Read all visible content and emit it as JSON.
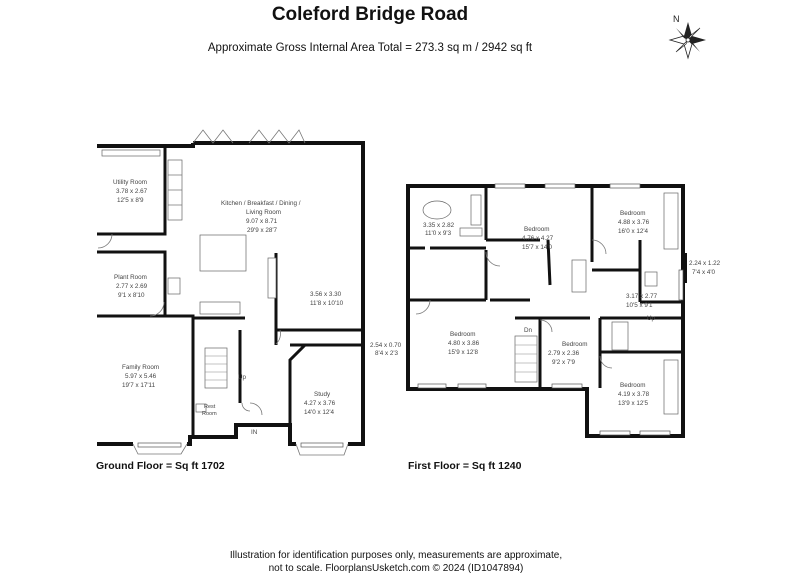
{
  "title": "Coleford Bridge Road",
  "subtitle": "Approximate Gross Internal Area Total = 273.3 sq m / 2942 sq ft",
  "compass_label": "N",
  "ground_floor": {
    "label": "Ground Floor = Sq ft 1702",
    "entrance_marker": "IN",
    "stairs_label": "Up",
    "rooms": {
      "utility": {
        "name": "Utility Room",
        "metric": "3.78 x 2.67",
        "imperial": "12'5 x 8'9"
      },
      "kitchen": {
        "name_line1": "Kitchen / Breakfast / Dining /",
        "name_line2": "Living Room",
        "metric": "9.07 x 8.71",
        "imperial": "29'9 x 28'7"
      },
      "plant": {
        "name": "Plant Room",
        "metric": "2.77 x 2.69",
        "imperial": "9'1 x 8'10"
      },
      "area": {
        "metric": "3.56 x 3.30",
        "imperial": "11'8 x 10'10"
      },
      "hall": {
        "metric": "2.54 x 0.70",
        "imperial": "8'4 x 2'3"
      },
      "family": {
        "name": "Family Room",
        "metric": "5.97 x 5.46",
        "imperial": "19'7 x 17'11"
      },
      "study": {
        "name": "Study",
        "metric": "4.27 x 3.76",
        "imperial": "14'0 x 12'4"
      },
      "rest": {
        "name_line1": "Rest",
        "name_line2": "Room"
      }
    }
  },
  "first_floor": {
    "label": "First Floor = Sq ft 1240",
    "stairs_label": "Dn",
    "rooms": {
      "bath": {
        "metric": "3.35 x 2.82",
        "imperial": "11'0 x 9'3"
      },
      "bed1": {
        "name": "Bedroom",
        "metric": "4.76 x 4.27",
        "imperial": "15'7 x 14'0"
      },
      "bed2": {
        "name": "Bedroom",
        "metric": "4.88 x 3.76",
        "imperial": "16'0 x 12'4"
      },
      "closet": {
        "metric": "2.24 x 1.22",
        "imperial": "7'4 x 4'0"
      },
      "ensuite": {
        "metric": "3.17 x 2.77",
        "imperial": "10'5 x 9'1",
        "stairs_label": "Up"
      },
      "bed3": {
        "name": "Bedroom",
        "metric": "4.80 x 3.86",
        "imperial": "15'9 x 12'8"
      },
      "bed4": {
        "name": "Bedroom",
        "metric": "2.79 x 2.36",
        "imperial": "9'2 x 7'9"
      },
      "bed5": {
        "name": "Bedroom",
        "metric": "4.19 x 3.78",
        "imperial": "13'9 x 12'5"
      }
    }
  },
  "footer": {
    "line1": "Illustration for identification purposes only, measurements are approximate,",
    "line2": "not to scale. FloorplansUsketch.com © 2024 (ID1047894)"
  }
}
